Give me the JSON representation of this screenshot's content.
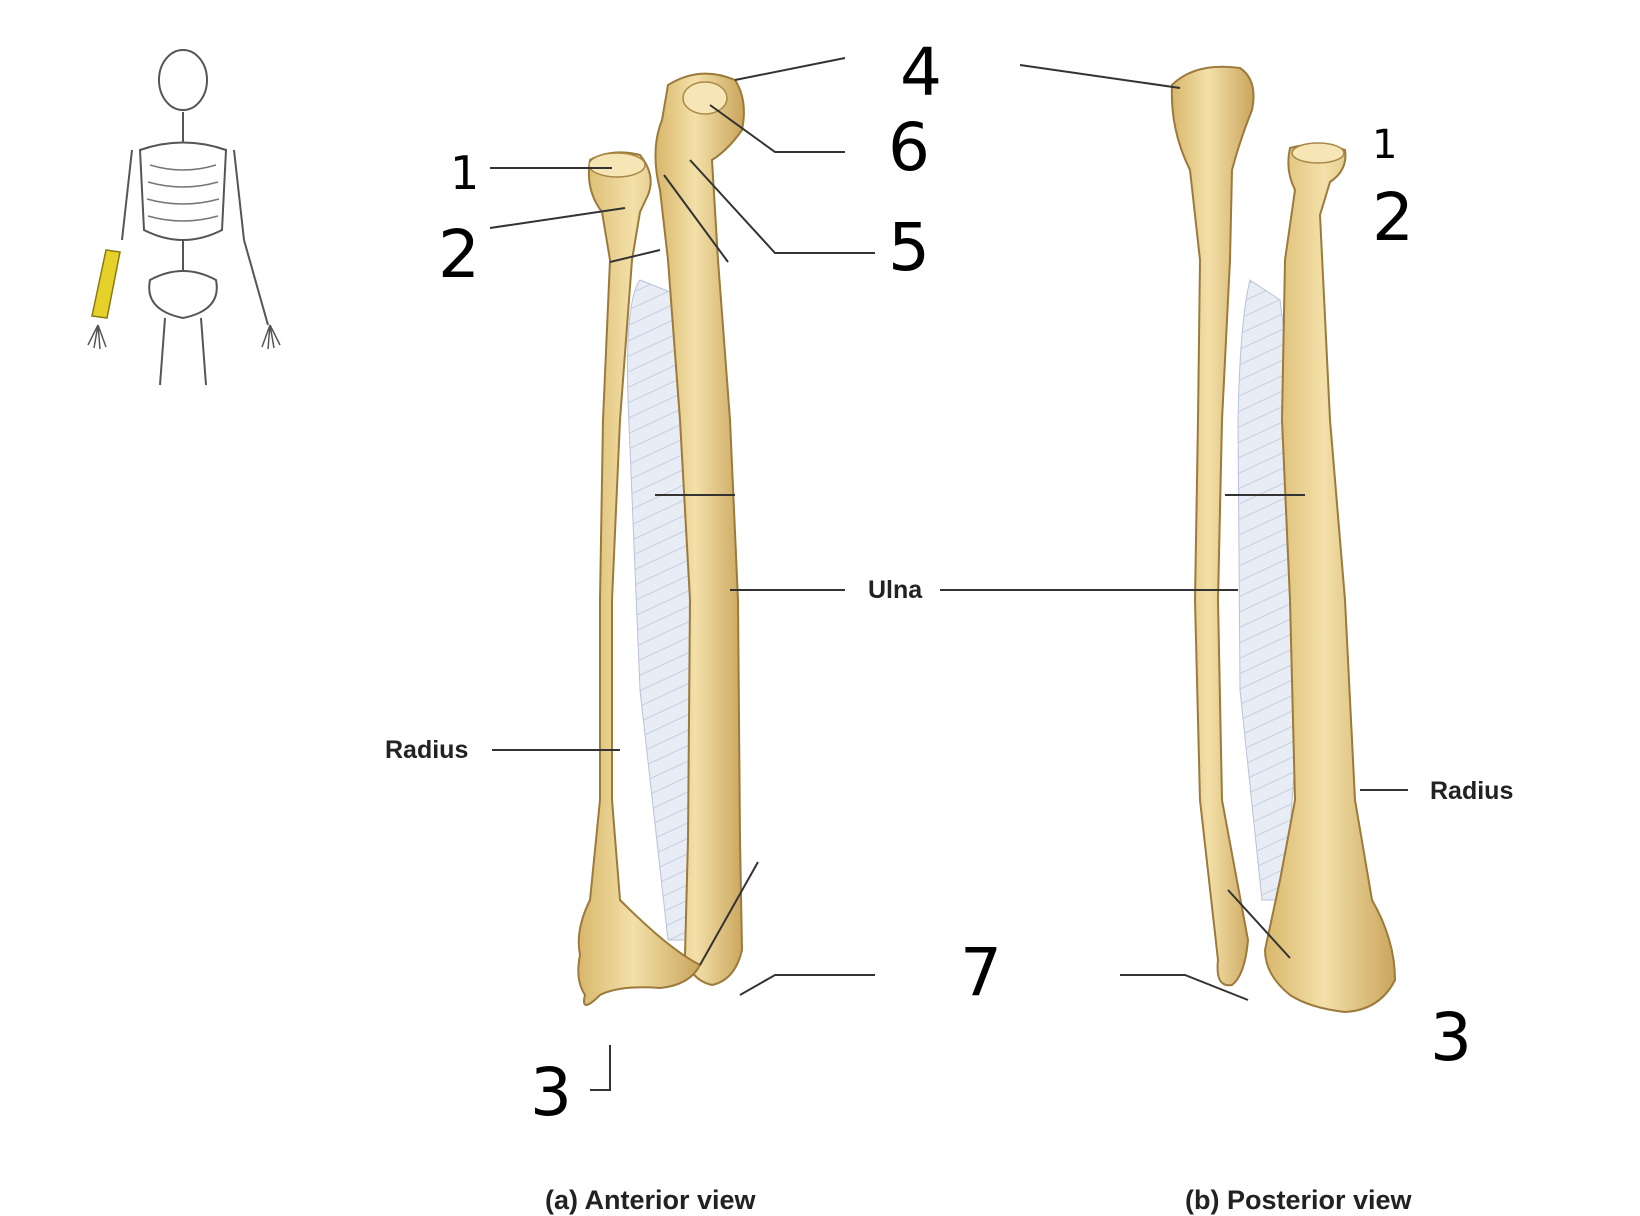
{
  "labels": {
    "ulna": "Ulna",
    "radius_anterior": "Radius",
    "radius_posterior": "Radius"
  },
  "captions": {
    "anterior": "(a) Anterior view",
    "posterior": "(b) Posterior view"
  },
  "handwritten_numbers": {
    "n1_anterior": "1",
    "n2_anterior": "2",
    "n3_anterior": "3",
    "n4": "4",
    "n5": "5",
    "n6": "6",
    "n7": "7",
    "n1_posterior": "1",
    "n2_posterior": "2",
    "n3_posterior": "3"
  },
  "colors": {
    "bone": "#efd79b",
    "bone_shadow": "#c9a862",
    "bone_outline": "#8a6a30",
    "membrane": "#e4e9f3",
    "highlight_forearm": "#e6d12b",
    "leader_line": "#333333"
  }
}
